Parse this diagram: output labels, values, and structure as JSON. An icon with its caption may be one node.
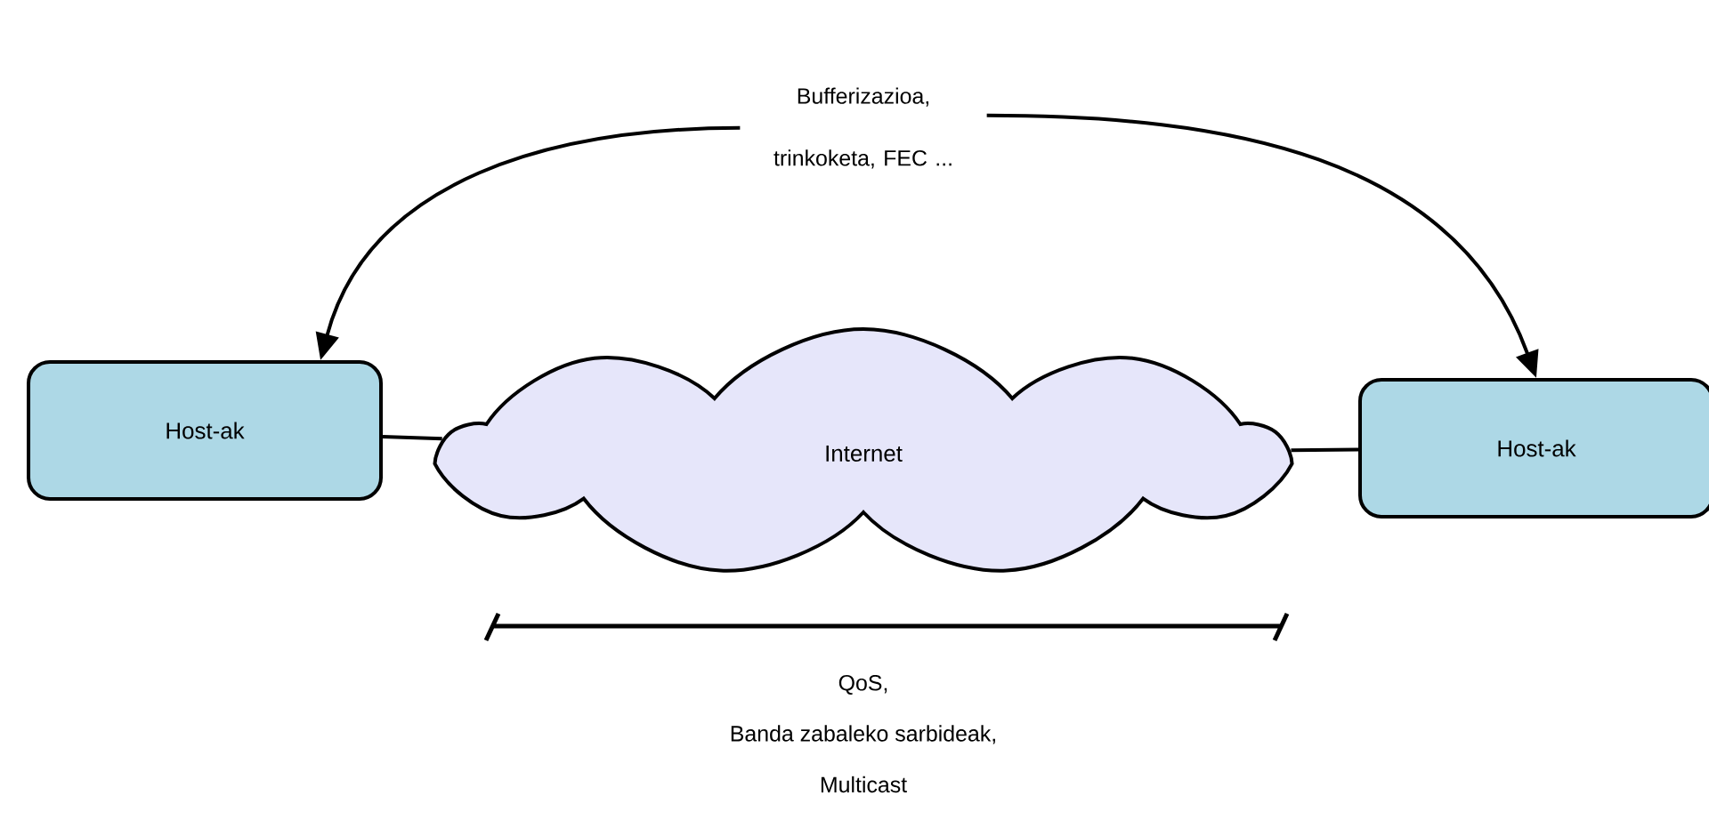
{
  "diagram": {
    "nodes": [
      {
        "text": [
          "Bufferizazioa, trinkoketa, FEC ..."
        ]
      },
      {
        "text": [
          "Host-ak"
        ]
      },
      {
        "text": [
          "Internet"
        ]
      },
      {
        "text": [
          "Host-ak"
        ]
      }
    ],
    "edges": [
      {
        "from": 0,
        "to": 1,
        "arrow": "to"
      },
      {
        "from": 0,
        "to": 3,
        "arrow": "to"
      },
      {
        "from": 1,
        "to": 2,
        "arrow": "none"
      },
      {
        "from": 2,
        "to": 3,
        "arrow": "none"
      }
    ],
    "labels": [
      "QoS,",
      "Banda zabaleko sarbideak,",
      "Multicast"
    ]
  }
}
